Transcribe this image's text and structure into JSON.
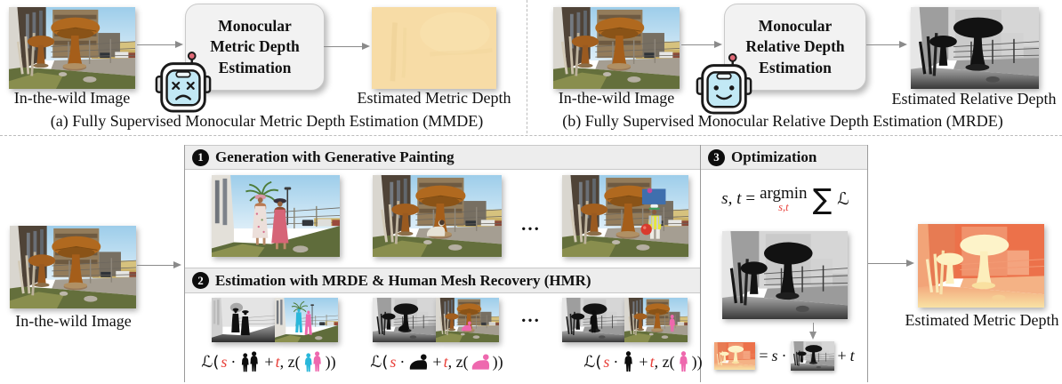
{
  "panel_a": {
    "input_label": "In-the-wild Image",
    "box_line1": "Monocular",
    "box_line2": "Metric Depth",
    "box_line3": "Estimation",
    "output_label": "Estimated Metric Depth",
    "caption": "(a) Fully Supervised Monocular Metric Depth Estimation (MMDE)"
  },
  "panel_b": {
    "input_label": "In-the-wild Image",
    "box_line1": "Monocular",
    "box_line2": "Relative Depth",
    "box_line3": "Estimation",
    "output_label": "Estimated Relative Depth",
    "caption": "(b) Fully Supervised Monocular Relative Depth Estimation (MRDE)"
  },
  "pipeline": {
    "input_label": "In-the-wild Image",
    "output_label": "Estimated Metric Depth",
    "step1_num": "1",
    "step1_title": "Generation with Generative Painting",
    "step2_num": "2",
    "step2_title": "Estimation with MRDE & Human Mesh Recovery (HMR)",
    "step3_num": "3",
    "step3_title": "Optimization",
    "ellipsis": "...",
    "argmin": {
      "lhs": "s, t",
      "eq": "=",
      "op": "argmin",
      "sub": "s,t",
      "sum": "∑",
      "loss": "ℒ"
    },
    "loss": {
      "open": "ℒ(",
      "s": "s",
      "dot": "·",
      "plus": "+",
      "t": "t",
      "zopen": ", z(",
      "close": "))"
    },
    "scale": {
      "eq": "=",
      "s": "s",
      "dot": "·",
      "plus": "+",
      "t": "t"
    }
  },
  "colors": {
    "accent_red": "#e8403a",
    "mesh_cyan": "#29b7da",
    "mesh_pink": "#ee68ae",
    "header_band": "#ededed"
  }
}
